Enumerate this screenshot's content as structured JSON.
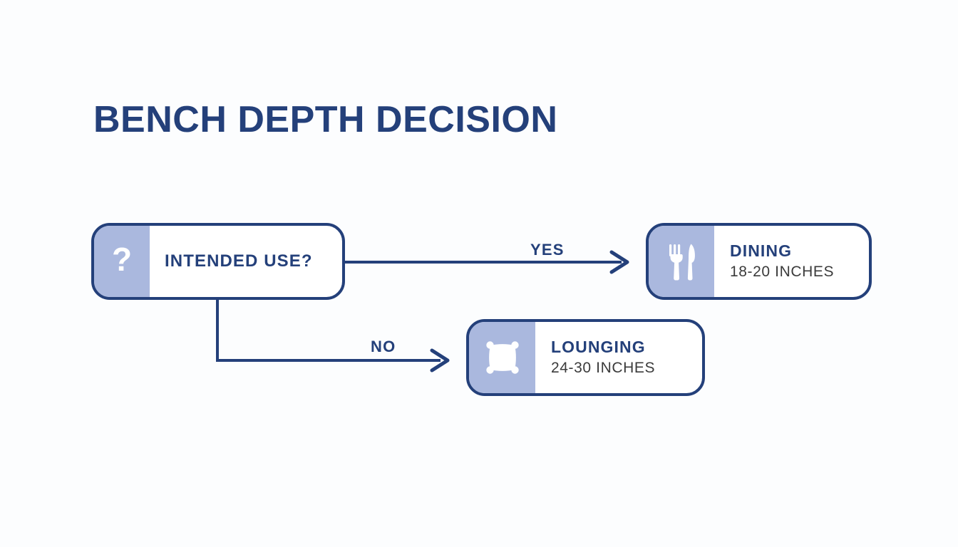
{
  "page": {
    "title": "BENCH DEPTH DECISION",
    "background_color": "#fcfdfe",
    "accent_color": "#24407a",
    "icon_panel_color": "#aab8de",
    "subtext_color": "#3b3b3b"
  },
  "diagram": {
    "type": "decision-flowchart",
    "nodes": [
      {
        "id": "decision",
        "role": "decision",
        "title": "INTENDED USE?",
        "subtitle": "",
        "icon": "question-mark-icon"
      },
      {
        "id": "dining",
        "role": "outcome",
        "title": "DINING",
        "subtitle": "18-20 INCHES",
        "icon": "fork-knife-icon"
      },
      {
        "id": "lounging",
        "role": "outcome",
        "title": "LOUNGING",
        "subtitle": "24-30 INCHES",
        "icon": "cushion-icon"
      }
    ],
    "edges": [
      {
        "id": "edge-yes",
        "label": "YES",
        "from": "decision",
        "to": "dining"
      },
      {
        "id": "edge-no",
        "label": "NO",
        "from": "decision",
        "to": "lounging"
      }
    ]
  }
}
